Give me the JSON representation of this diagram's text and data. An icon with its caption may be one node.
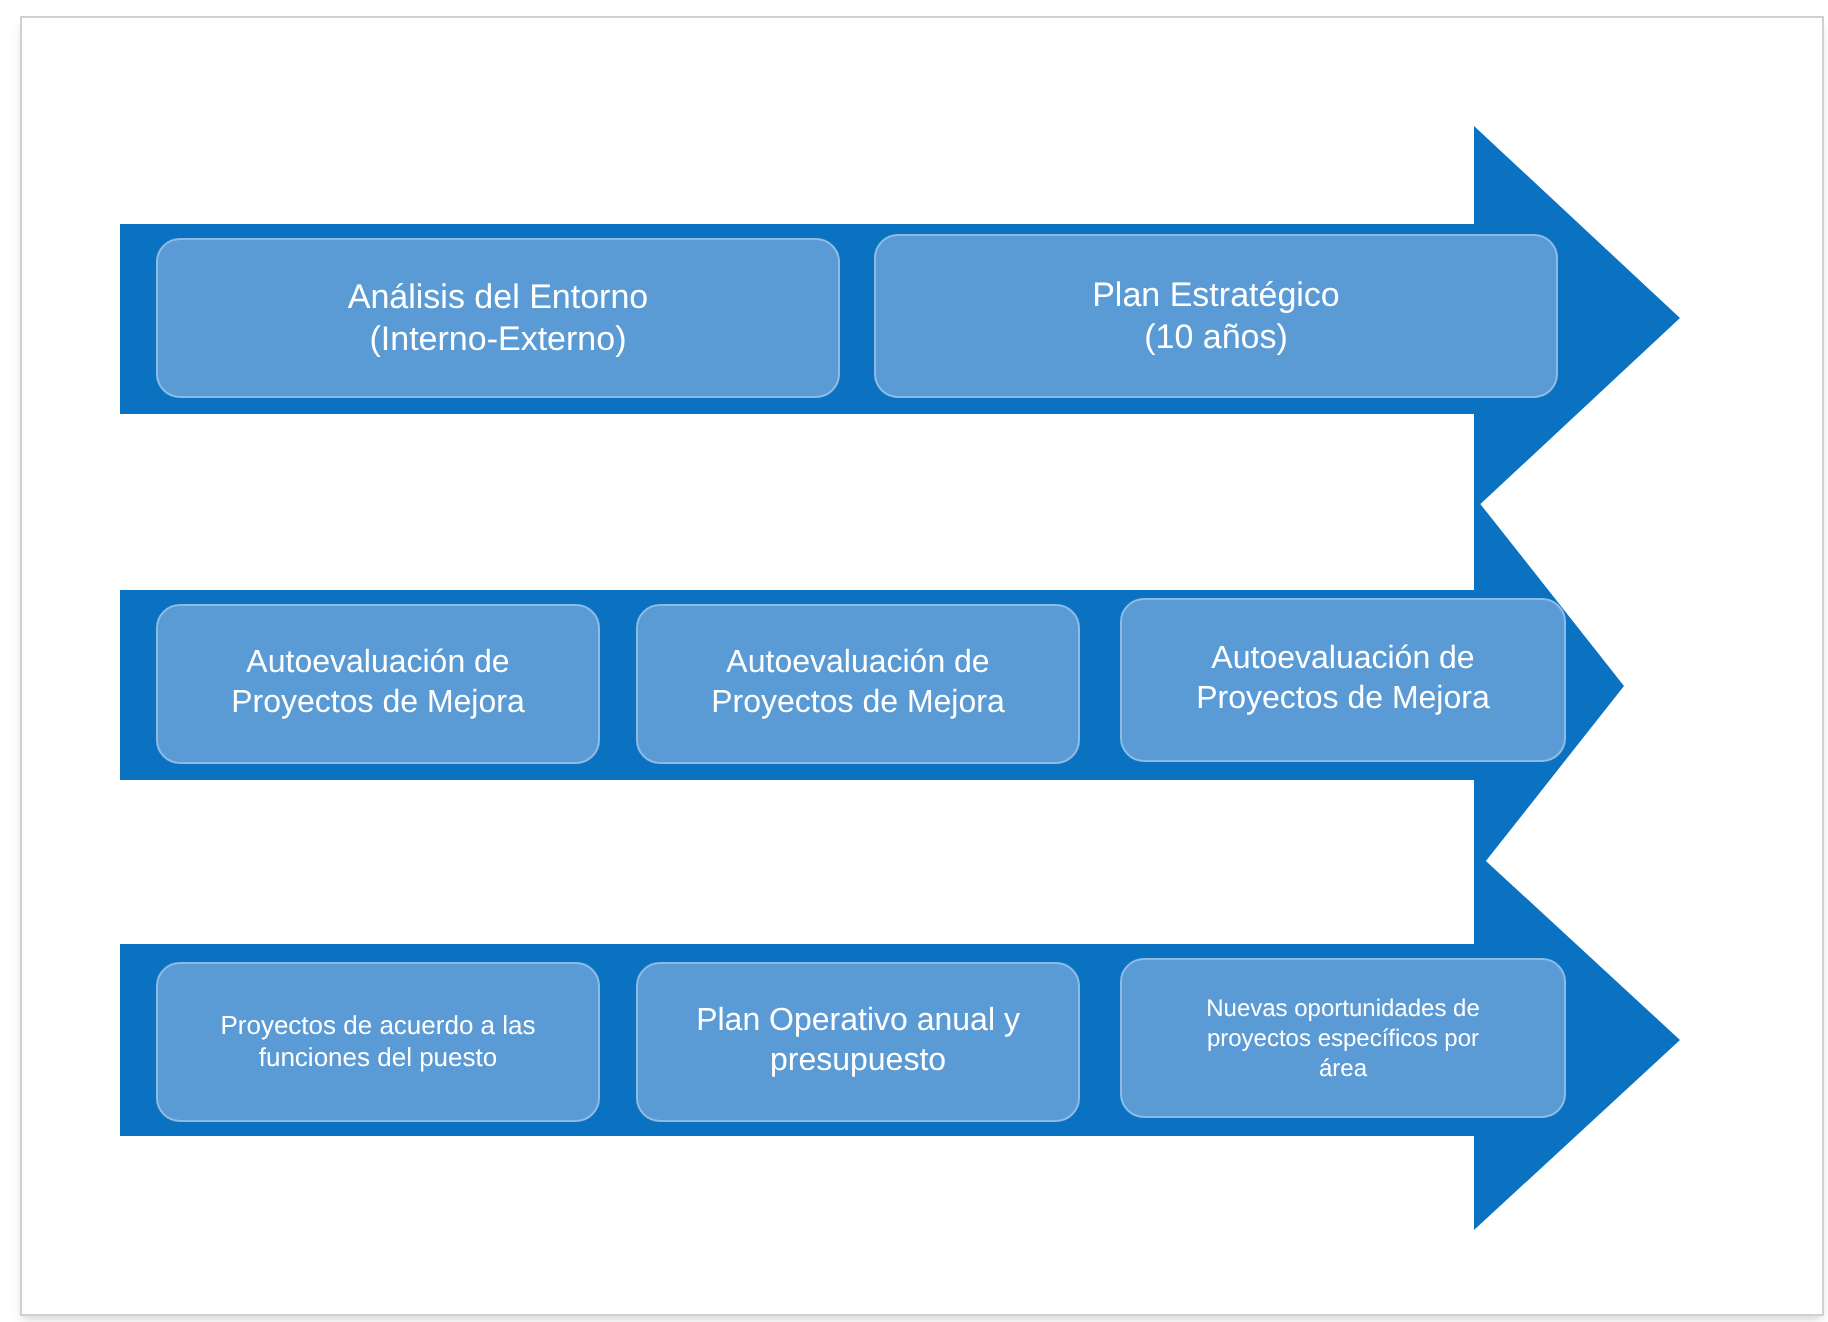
{
  "diagram": {
    "nodes": [
      {
        "text": [],
        "shape": "arrow"
      },
      {
        "text": [
          "Análisis del Entorno (Interno-Externo)"
        ],
        "in": 0
      },
      {
        "text": [
          "Plan Estratégico (10 años)"
        ],
        "in": 0
      },
      {
        "text": [],
        "shape": "arrow"
      },
      {
        "text": [
          "Autoevaluación de Proyectos de Mejora"
        ],
        "in": 3
      },
      {
        "text": [
          "Autoevaluación de Proyectos de Mejora"
        ],
        "in": 3
      },
      {
        "text": [
          "Autoevaluación de Proyectos de Mejora"
        ],
        "in": 3
      },
      {
        "text": [],
        "shape": "arrow"
      },
      {
        "text": [
          "Proyectos de acuerdo a las funciones del puesto"
        ],
        "in": 7
      },
      {
        "text": [
          "Plan Operativo anual y presupuesto"
        ],
        "in": 7
      },
      {
        "text": [
          "Nuevas oportunidades de proyectos específicos por área"
        ],
        "in": 7
      }
    ]
  }
}
